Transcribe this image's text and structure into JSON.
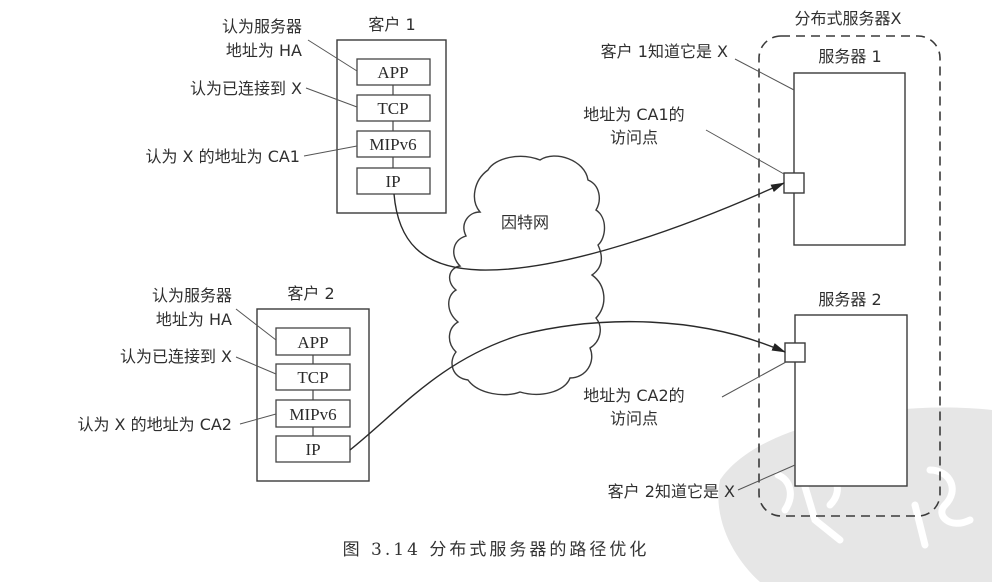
{
  "figure": {
    "caption": "图 3.14   分布式服务器的路径优化",
    "internet_label": "因特网",
    "server_group_title": "分布式服务器X"
  },
  "client1": {
    "title": "客户 1",
    "layers": [
      "APP",
      "TCP",
      "MIPv6",
      "IP"
    ],
    "annotations": {
      "app_line1": "认为服务器",
      "app_line2": "地址为 HA",
      "tcp": "认为已连接到 X",
      "mip": "认为 X 的地址为 CA1"
    }
  },
  "client2": {
    "title": "客户 2",
    "layers": [
      "APP",
      "TCP",
      "MIPv6",
      "IP"
    ],
    "annotations": {
      "app_line1": "认为服务器",
      "app_line2": "地址为 HA",
      "tcp": "认为已连接到 X",
      "mip": "认为 X 的地址为 CA2"
    }
  },
  "server1": {
    "title": "服务器 1",
    "knows_label": "客户 1知道它是 X",
    "access_point_line1": "地址为 CA1的",
    "access_point_line2": "访问点"
  },
  "server2": {
    "title": "服务器 2",
    "knows_label": "客户 2知道它是 X",
    "access_point_line1": "地址为 CA2的",
    "access_point_line2": "访问点"
  }
}
